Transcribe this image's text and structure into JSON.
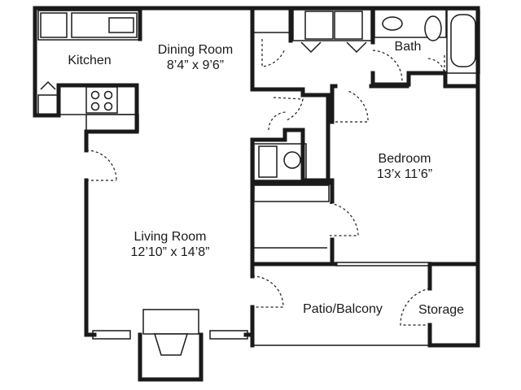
{
  "rooms": {
    "kitchen": {
      "name": "Kitchen"
    },
    "dining": {
      "name": "Dining Room",
      "size": "8’4” x 9’6”"
    },
    "bath": {
      "name": "Bath"
    },
    "bedroom": {
      "name": "Bedroom",
      "size": "13’x 11’6”"
    },
    "living": {
      "name": "Living Room",
      "size": "12’10” x 14’8”"
    },
    "patio": {
      "name": "Patio/Balcony"
    },
    "storage": {
      "name": "Storage"
    }
  }
}
